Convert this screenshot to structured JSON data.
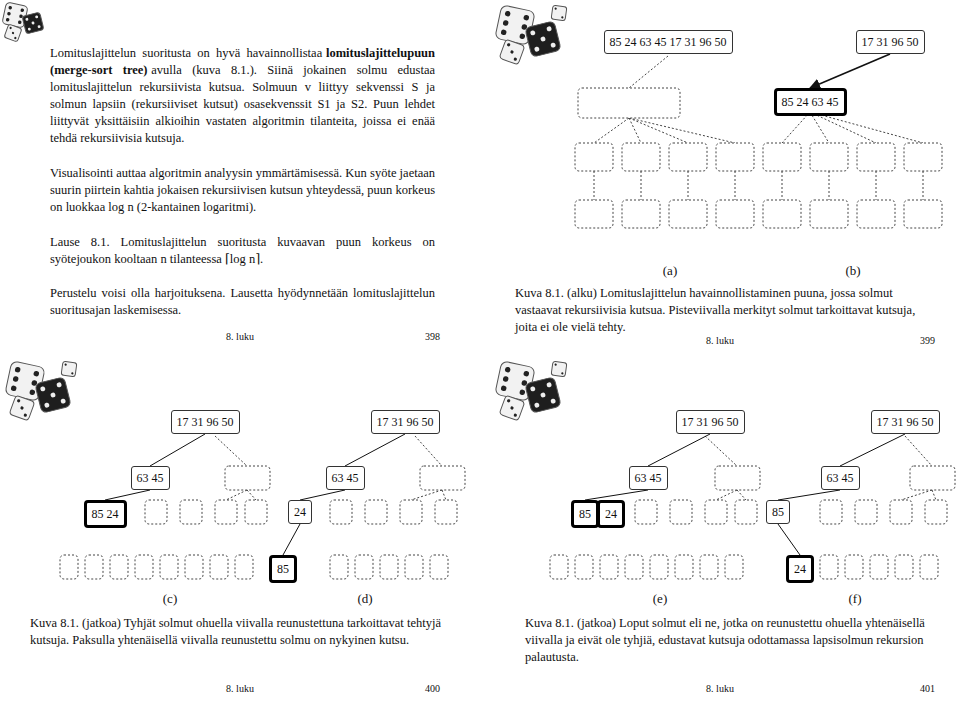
{
  "diagram": {
    "nodes": [
      {
        "text": [
          "85 24 63 45 17 31 96 50"
        ]
      },
      {
        "text": [
          "17 31 96 50"
        ]
      },
      {
        "text": [
          "85 24 63 45"
        ]
      },
      {
        "text": [
          "17 31 96 50"
        ]
      },
      {
        "text": [
          "17 31 96 50"
        ]
      },
      {
        "text": [
          "63 45"
        ]
      },
      {
        "text": [
          "63 45"
        ]
      },
      {
        "text": [
          "85 24"
        ]
      },
      {
        "text": [
          "24"
        ]
      },
      {
        "text": [
          "85"
        ]
      },
      {
        "text": [
          "17 31 96 50"
        ]
      },
      {
        "text": [
          "17 31 96 50"
        ]
      },
      {
        "text": [
          "63 45"
        ]
      },
      {
        "text": [
          "63 45"
        ]
      },
      {
        "text": [
          "85"
        ]
      },
      {
        "text": [
          "24"
        ]
      },
      {
        "text": [
          "85"
        ]
      },
      {
        "text": [
          "24"
        ]
      }
    ],
    "edges": [
      {
        "from": 1,
        "to": 2,
        "arrow": "to"
      },
      {
        "from": 3,
        "to": 5,
        "arrow": "none"
      },
      {
        "from": 5,
        "to": 7,
        "arrow": "none"
      },
      {
        "from": 4,
        "to": 6,
        "arrow": "none"
      },
      {
        "from": 6,
        "to": 8,
        "arrow": "none"
      },
      {
        "from": 8,
        "to": 9,
        "arrow": "none"
      },
      {
        "from": 10,
        "to": 12,
        "arrow": "none"
      },
      {
        "from": 12,
        "to": 14,
        "arrow": "none"
      },
      {
        "from": 11,
        "to": 13,
        "arrow": "none"
      },
      {
        "from": 13,
        "to": 16,
        "arrow": "none"
      },
      {
        "from": 16,
        "to": 17,
        "arrow": "none"
      }
    ],
    "labels": [
      "Lomituslajittelun suoritusta on hyvä havainnollistaa",
      "lomituslajittelupuun (merge-sort tree)",
      "avulla (kuva 8.1.). Siinä jokainen solmu edustaa lomituslajittelun rekursiivista kutsua. Solmuun v liittyy sekvenssi S ja solmun lapsiin (rekursiiviset kutsut) osasekvenssit S1 ja S2. Puun lehdet liittyvät yksittäisiin alkioihin vastaten algoritmin tilanteita, joissa ei enää tehdä rekursiivisia kutsuja.",
      "Visualisointi auttaa algoritmin analyysin ymmärtämisessä. Kun syöte jaetaan suurin piirtein kahtia jokaisen rekursiivisen kutsun yhteydessä, puun korkeus on luokkaa log n (2-kantainen logaritmi).",
      "Lause 8.1. Lomituslajittelun suoritusta kuvaavan puun korkeus on syötejoukon kooltaan n tilanteessa ⌈log n⌉.",
      "Perustelu voisi olla harjoituksena. Lausetta hyödynnetään lomituslajittelun suoritusajan laskemisessa.",
      "8. luku",
      "398",
      "(a)",
      "(b)",
      "Kuva 8.1. (alku) Lomituslajittelun havainnollistaminen puuna, jossa solmut vastaavat rekursiivisia kutsua. Pisteviivalla merkityt solmut tarkoittavat kutsuja, joita ei ole vielä tehty.",
      "8. luku",
      "399",
      "(c)",
      "(d)",
      "Kuva 8.1. (jatkoa) Tyhjät solmut ohuella viivalla reunustettuna tarkoittavat tehtyjä kutsuja. Paksulla yhtenäisellä viivalla reunustettu solmu on nykyinen kutsu.",
      "8. luku",
      "400",
      "(e)",
      "(f)",
      "Kuva 8.1. (jatkoa) Loput solmut eli ne, jotka on reunustettu ohuella yhtenäisellä viivalla ja eivät ole tyhjiä, edustavat kutsuja odottamassa lapsisolmun rekursion palautusta.",
      "8. luku",
      "401"
    ]
  }
}
